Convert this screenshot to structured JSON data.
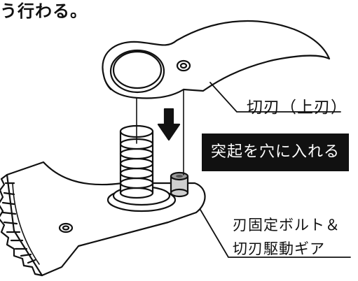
{
  "figure": {
    "header_fragment": "う行わる。",
    "upper_blade_label": "切刃（上刃）",
    "instruction_badge": "突起を穴に入れる",
    "lower_part_label_line1": "刃固定ボルト＆",
    "lower_part_label_line2": "切刃駆動ギア"
  },
  "colors": {
    "line": "#111111",
    "fill": "#ffffff",
    "badge_bg": "#111111",
    "badge_text": "#ffffff"
  }
}
